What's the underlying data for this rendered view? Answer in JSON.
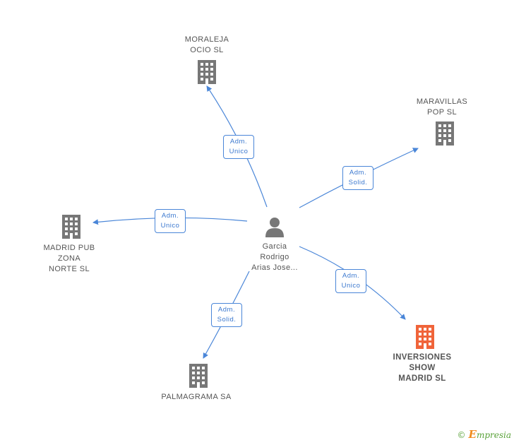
{
  "center_person": {
    "name_lines": [
      "Garcia",
      "Rodrigo",
      "Arias Jose..."
    ],
    "icon": "person-icon"
  },
  "companies": [
    {
      "id": "moraleja",
      "lines": [
        "MORALEJA",
        "OCIO SL"
      ],
      "icon": "building-icon",
      "focus": false
    },
    {
      "id": "maravillas",
      "lines": [
        "MARAVILLAS",
        "POP SL"
      ],
      "icon": "building-icon",
      "focus": false
    },
    {
      "id": "madrid-pub",
      "lines": [
        "MADRID PUB",
        "ZONA",
        "NORTE SL"
      ],
      "icon": "building-icon",
      "focus": false
    },
    {
      "id": "palmagrama",
      "lines": [
        "PALMAGRAMA SA"
      ],
      "icon": "building-icon",
      "focus": false
    },
    {
      "id": "inversiones",
      "lines": [
        "INVERSIONES",
        "SHOW",
        "MADRID SL"
      ],
      "icon": "building-icon",
      "focus": true
    }
  ],
  "relations": [
    {
      "to": "moraleja",
      "lines": [
        "Adm.",
        "Unico"
      ]
    },
    {
      "to": "maravillas",
      "lines": [
        "Adm.",
        "Solid."
      ]
    },
    {
      "to": "madrid-pub",
      "lines": [
        "Adm.",
        "Unico"
      ]
    },
    {
      "to": "palmagrama",
      "lines": [
        "Adm.",
        "Solid."
      ]
    },
    {
      "to": "inversiones",
      "lines": [
        "Adm.",
        "Unico"
      ]
    }
  ],
  "colors": {
    "edge": "#4a86d8",
    "building": "#777777",
    "building_focus": "#f0643a",
    "person": "#777777"
  },
  "footer": {
    "copyright_symbol": "©",
    "brand_initial": "E",
    "brand_rest": "mpresia"
  }
}
